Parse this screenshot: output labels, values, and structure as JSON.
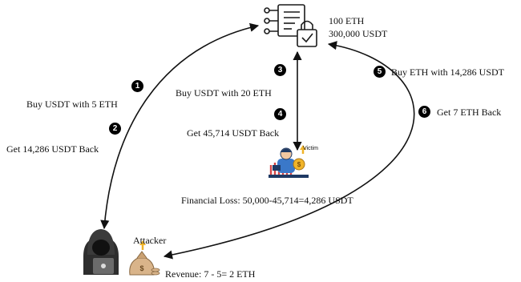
{
  "contract": {
    "eth": "100 ETH",
    "usdt": "300,000 USDT"
  },
  "steps": [
    {
      "num": "1",
      "label": "Buy USDT with 5 ETH"
    },
    {
      "num": "2",
      "label": "Get 14,286 USDT Back"
    },
    {
      "num": "3",
      "label": "Buy USDT with 20 ETH"
    },
    {
      "num": "4",
      "label": "Get 45,714 USDT Back"
    },
    {
      "num": "5",
      "label": "Buy ETH with 14,286 USDT"
    },
    {
      "num": "6",
      "label": "Get 7 ETH Back"
    }
  ],
  "victim": {
    "tag": "Victim",
    "loss": "Financial Loss: 50,000-45,714=4,286 USDT"
  },
  "attacker": {
    "tag": "Attacker",
    "revenue": "Revenue: 7 - 5= 2 ETH"
  },
  "icons": [
    "smart-contract-icon",
    "victim-trader-icon",
    "hacker-icon",
    "money-bag-icon"
  ],
  "colors": {
    "ink": "#111111",
    "victim_blue": "#3a78c9",
    "bag_tan": "#d9b48a"
  }
}
